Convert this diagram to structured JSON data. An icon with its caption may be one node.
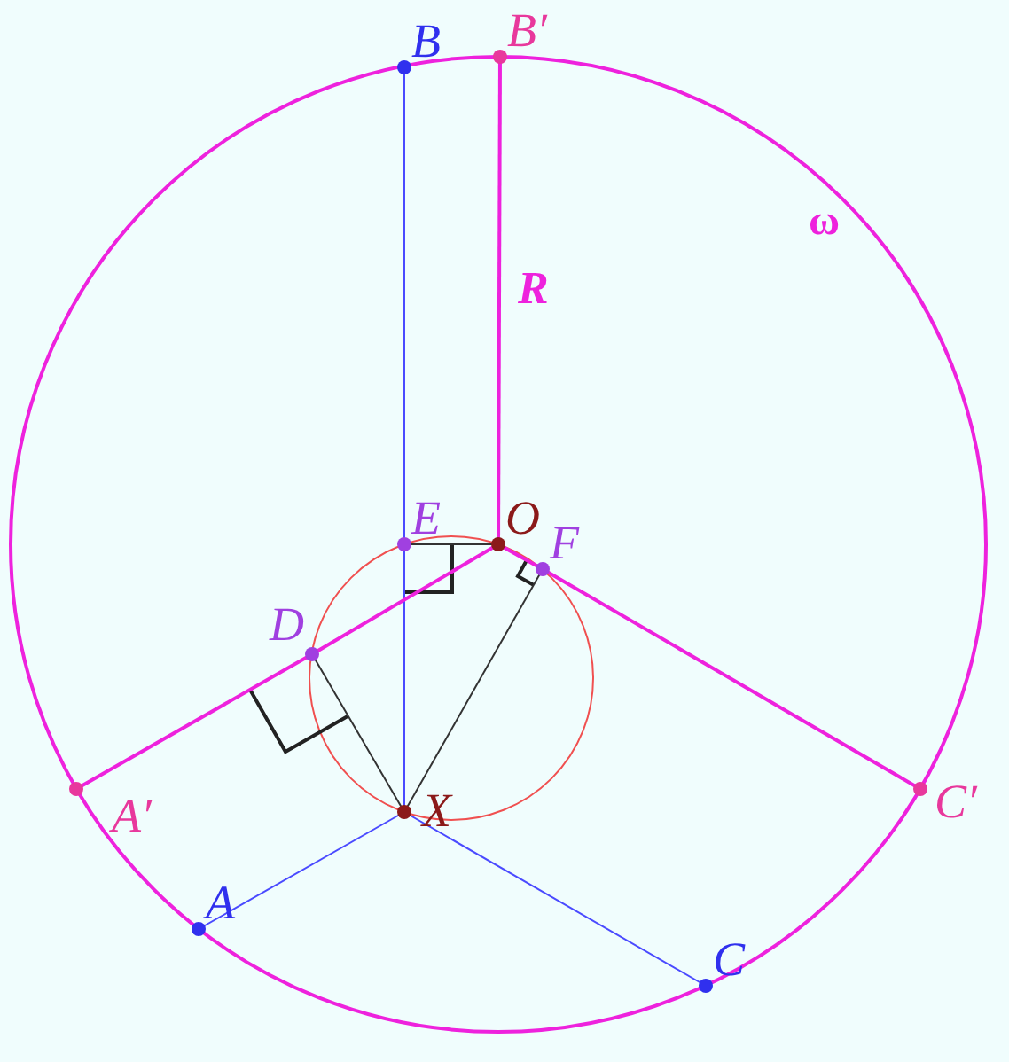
{
  "diagram": {
    "nodes": [
      {
        "text": [
          "B"
        ]
      },
      {
        "text": [
          "B′"
        ]
      },
      {
        "text": [
          "E"
        ]
      },
      {
        "text": [
          "O"
        ]
      },
      {
        "text": [
          "F"
        ]
      },
      {
        "text": [
          "D"
        ]
      },
      {
        "text": [
          "A′"
        ]
      },
      {
        "text": [
          "C′"
        ]
      },
      {
        "text": [
          "X"
        ]
      },
      {
        "text": [
          "A"
        ]
      },
      {
        "text": [
          "C"
        ]
      }
    ],
    "edges": [
      {
        "from": 0,
        "to": 2,
        "arrow": "none",
        "color": "#4a4aff"
      },
      {
        "from": 2,
        "to": 8,
        "arrow": "none",
        "color": "#4a4aff"
      },
      {
        "from": 8,
        "to": 9,
        "arrow": "none",
        "color": "#4a4aff"
      },
      {
        "from": 8,
        "to": 10,
        "arrow": "none",
        "color": "#4a4aff"
      },
      {
        "from": 3,
        "to": 1,
        "arrow": "none",
        "label": "R"
      },
      {
        "from": 3,
        "to": 5,
        "arrow": "none"
      },
      {
        "from": 5,
        "to": 6,
        "arrow": "none"
      },
      {
        "from": 3,
        "to": 4,
        "arrow": "none"
      },
      {
        "from": 4,
        "to": 7,
        "arrow": "none"
      },
      {
        "from": 2,
        "to": 3,
        "arrow": "none",
        "color": "#333333"
      },
      {
        "from": 8,
        "to": 5,
        "arrow": "none",
        "color": "#333333"
      },
      {
        "from": 8,
        "to": 4,
        "arrow": "none",
        "color": "#333333"
      }
    ],
    "labels": [
      "ω"
    ]
  }
}
